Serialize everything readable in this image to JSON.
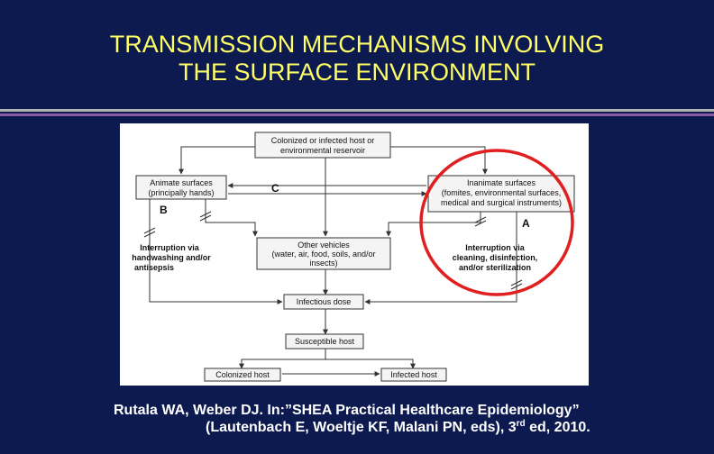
{
  "slide": {
    "title_line1": "TRANSMISSION MECHANISMS INVOLVING",
    "title_line2": "THE SURFACE ENVIRONMENT",
    "colors": {
      "background": "#0d1a4f",
      "title": "#ffff66",
      "rule_top": "#b0b0b0",
      "rule_bottom": "#8a5aa8",
      "highlight_circle": "#e02020"
    }
  },
  "diagram": {
    "source": {
      "line1": "Colonized or infected host or",
      "line2": "environmental reservoir"
    },
    "animate": {
      "line1": "Animate surfaces",
      "line2": "(principally hands)"
    },
    "inanimate": {
      "line1": "Inanimate surfaces",
      "line2": "(fomites, environmental surfaces,",
      "line3": "medical and surgical instruments)"
    },
    "vehicles": {
      "line1": "Other vehicles",
      "line2": "(water, air, food, soils, and/or",
      "line3": "insects)"
    },
    "interrupt_left": {
      "line1": "Interruption via",
      "line2": "handwashing and/or",
      "line3": "antisepsis"
    },
    "interrupt_right": {
      "line1": "Interruption via",
      "line2": "cleaning, disinfection,",
      "line3": "and/or sterilization"
    },
    "dose": "Infectious dose",
    "susceptible": "Susceptible host",
    "colonized": "Colonized host",
    "infected": "Infected host",
    "label_a": "A",
    "label_b": "B",
    "label_c": "C"
  },
  "citation": {
    "line1": "Rutala WA, Weber DJ.  In:”SHEA Practical Healthcare Epidemiology”",
    "line2_pre": "(Lautenbach E, Woeltje KF, Malani PN, eds), 3",
    "line2_sup": "rd",
    "line2_post": " ed, 2010."
  }
}
